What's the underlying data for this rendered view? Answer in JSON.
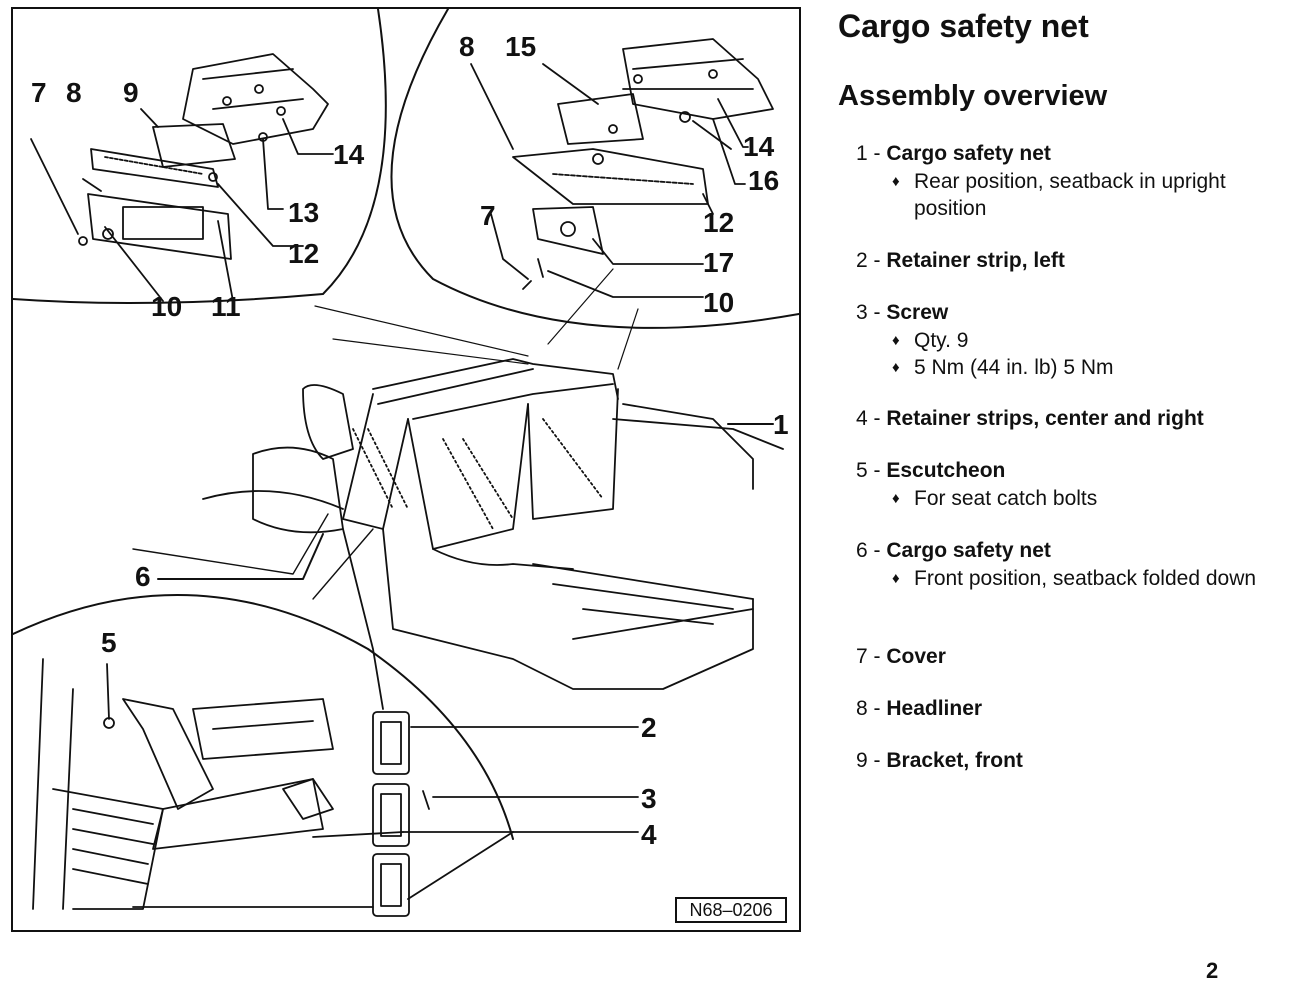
{
  "document": {
    "title": "Cargo safety net",
    "subtitle": "Assembly overview",
    "page_number": "2"
  },
  "figure": {
    "code": "N68–0206",
    "callouts": [
      "7",
      "8",
      "9",
      "14",
      "13",
      "12",
      "10",
      "11",
      "8",
      "15",
      "14",
      "16",
      "12",
      "7",
      "17",
      "10",
      "1",
      "6",
      "5",
      "2",
      "3",
      "4"
    ]
  },
  "parts": [
    {
      "number": "1",
      "name": "Cargo safety net",
      "notes": [
        "Rear position, seatback in upright position"
      ]
    },
    {
      "number": "2",
      "name": "Retainer strip, left",
      "notes": []
    },
    {
      "number": "3",
      "name": "Screw",
      "notes": [
        "Qty. 9",
        "5 Nm (44 in. lb) 5 Nm"
      ]
    },
    {
      "number": "4",
      "name": "Retainer strips, center and right",
      "notes": []
    },
    {
      "number": "5",
      "name": "Escutcheon",
      "notes": [
        "For seat catch bolts"
      ]
    },
    {
      "number": "6",
      "name": "Cargo safety net",
      "notes": [
        "Front position, seatback folded down"
      ]
    },
    {
      "number": "7",
      "name": "Cover",
      "notes": []
    },
    {
      "number": "8",
      "name": "Headliner",
      "notes": []
    },
    {
      "number": "9",
      "name": "Bracket, front",
      "notes": []
    }
  ]
}
